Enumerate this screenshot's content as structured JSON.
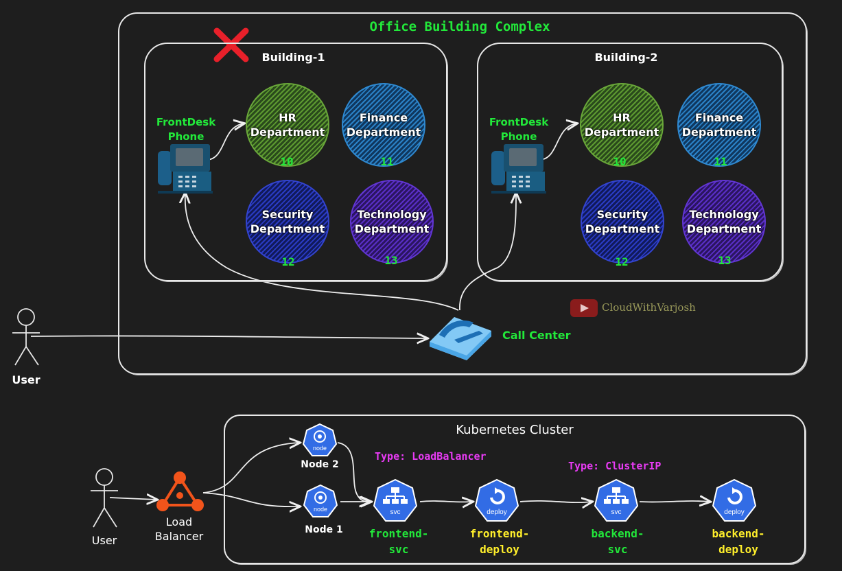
{
  "office": {
    "title": "Office Building Complex",
    "buildings": [
      {
        "name": "Building-1",
        "front_desk": "FrontDesk\nPhone",
        "departments": [
          {
            "name": "HR\nDepartment",
            "ext": "10"
          },
          {
            "name": "Finance\nDepartment",
            "ext": "11"
          },
          {
            "name": "Security\nDepartment",
            "ext": "12"
          },
          {
            "name": "Technology\nDepartment",
            "ext": "13"
          }
        ]
      },
      {
        "name": "Building-2",
        "front_desk": "FrontDesk\nPhone",
        "departments": [
          {
            "name": "HR\nDepartment",
            "ext": "10"
          },
          {
            "name": "Finance\nDepartment",
            "ext": "11"
          },
          {
            "name": "Security\nDepartment",
            "ext": "12"
          },
          {
            "name": "Technology\nDepartment",
            "ext": "13"
          }
        ]
      }
    ],
    "call_center": "Call Center",
    "user": "User",
    "watermark": "CloudWithVarjosh"
  },
  "kubernetes": {
    "title": "Kubernetes Cluster",
    "user": "User",
    "load_balancer": "Load\nBalancer",
    "nodes": [
      {
        "label": "Node 2",
        "icon_text": "node"
      },
      {
        "label": "Node 1",
        "icon_text": "node"
      }
    ],
    "type_lb": "Type: LoadBalancer",
    "type_cip": "Type: ClusterIP",
    "components": [
      {
        "icon_text": "svc",
        "label": "frontend-\nsvc"
      },
      {
        "icon_text": "deploy",
        "label": "frontend-\ndeploy"
      },
      {
        "icon_text": "svc",
        "label": "backend-\nsvc"
      },
      {
        "icon_text": "deploy",
        "label": "backend-\ndeploy"
      }
    ]
  },
  "colors": {
    "background": "#1e1e1e",
    "green_text": "#22e83a",
    "yellow_text": "#ffef2b",
    "pink_text": "#e93bf5",
    "k8s_blue": "#326ce5",
    "lb_orange": "#f2541b",
    "fail_mark": "#e8202a"
  }
}
